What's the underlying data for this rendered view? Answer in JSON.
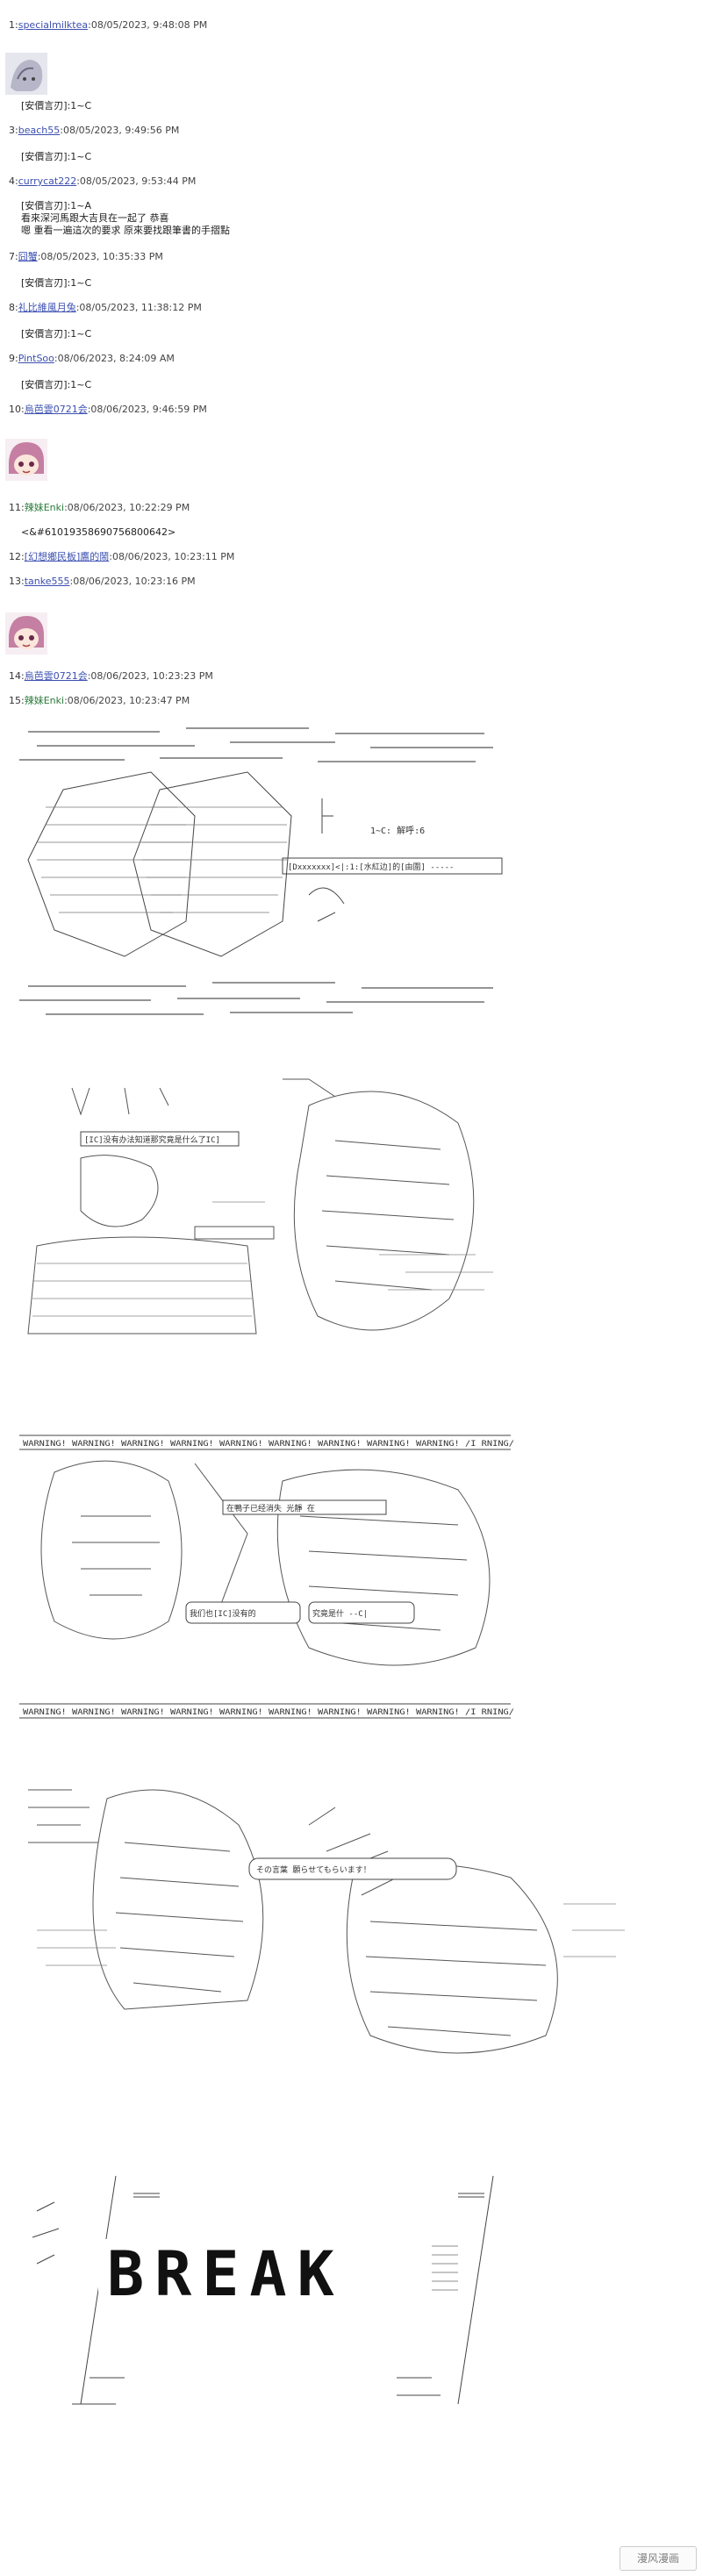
{
  "posts": [
    {
      "no": "1:",
      "name": "specialmilktea",
      "date": ":08/05/2023, 9:48:08 PM"
    },
    {
      "no": "3:",
      "name": "beach55",
      "date": ":08/05/2023, 9:49:56 PM",
      "body": "[安價言刃]:1~C"
    },
    {
      "no": "4:",
      "name": "currycat222",
      "date": ":08/05/2023, 9:53:44 PM",
      "body": "[安價言刃]:1~A",
      "body2": "看來深河馬跟大吉貝在一起了 恭喜",
      "body3": "嗯 重看一遍這次的要求 原來要找跟筆書的手摺點"
    },
    {
      "no": "7:",
      "name": "囧蟹",
      "date": ":08/05/2023, 10:35:33 PM",
      "body": "[安價言刃]:1~C"
    },
    {
      "no": "8:",
      "name": "礼比維風月兔",
      "date": ":08/05/2023, 11:38:12 PM",
      "body": "[安價言刃]:1~C"
    },
    {
      "no": "9:",
      "name": "PintSoo",
      "date": ":08/06/2023, 8:24:09 AM",
      "body": "[安價言刃]:1~C"
    },
    {
      "no": "10:",
      "name": "烏芭雲0721会",
      "date": ":08/06/2023, 9:46:59 PM"
    },
    {
      "no": "11:",
      "name": "辣妹Enki",
      "date": ":08/06/2023, 10:22:29 PM",
      "body": "<&#61019358690756800642>"
    },
    {
      "no": "12:",
      "name": "[幻想鄉民板]鷹的鬧",
      "date": ":08/06/2023, 10:23:11 PM"
    },
    {
      "no": "13:",
      "name": "tanke555",
      "date": ":08/06/2023, 10:23:16 PM"
    },
    {
      "no": "14:",
      "name": "烏芭雲0721会",
      "date": ":08/06/2023, 10:23:23 PM"
    },
    {
      "no": "15:",
      "name": "辣妹Enki",
      "date": ":08/06/2023, 10:23:47 PM"
    }
  ],
  "scene1": {
    "label1": "1~C: 解呼:6",
    "label2": "[Dxxxxxxx]<|:1:[水紅边]的[由圍] -----"
  },
  "scene2": {
    "caption": "[IC]没有办法知道那究竟是什么了IC]"
  },
  "scene3": {
    "banner": "WARNING! WARNING! WARNING! WARNING! WARNING! WARNING! WARNING! WARNING! WARNING! /I RNING/",
    "bubble1": "在鴨子已经消失  光靜  在",
    "bubble2": "我们也[IC]没有的",
    "bubble3": "究竟是什 --C|"
  },
  "scene4": {
    "speech": "その言葉 願らせてもらいます！"
  },
  "scene5": {
    "title": "BREAK"
  },
  "watermark": "漫风漫画"
}
